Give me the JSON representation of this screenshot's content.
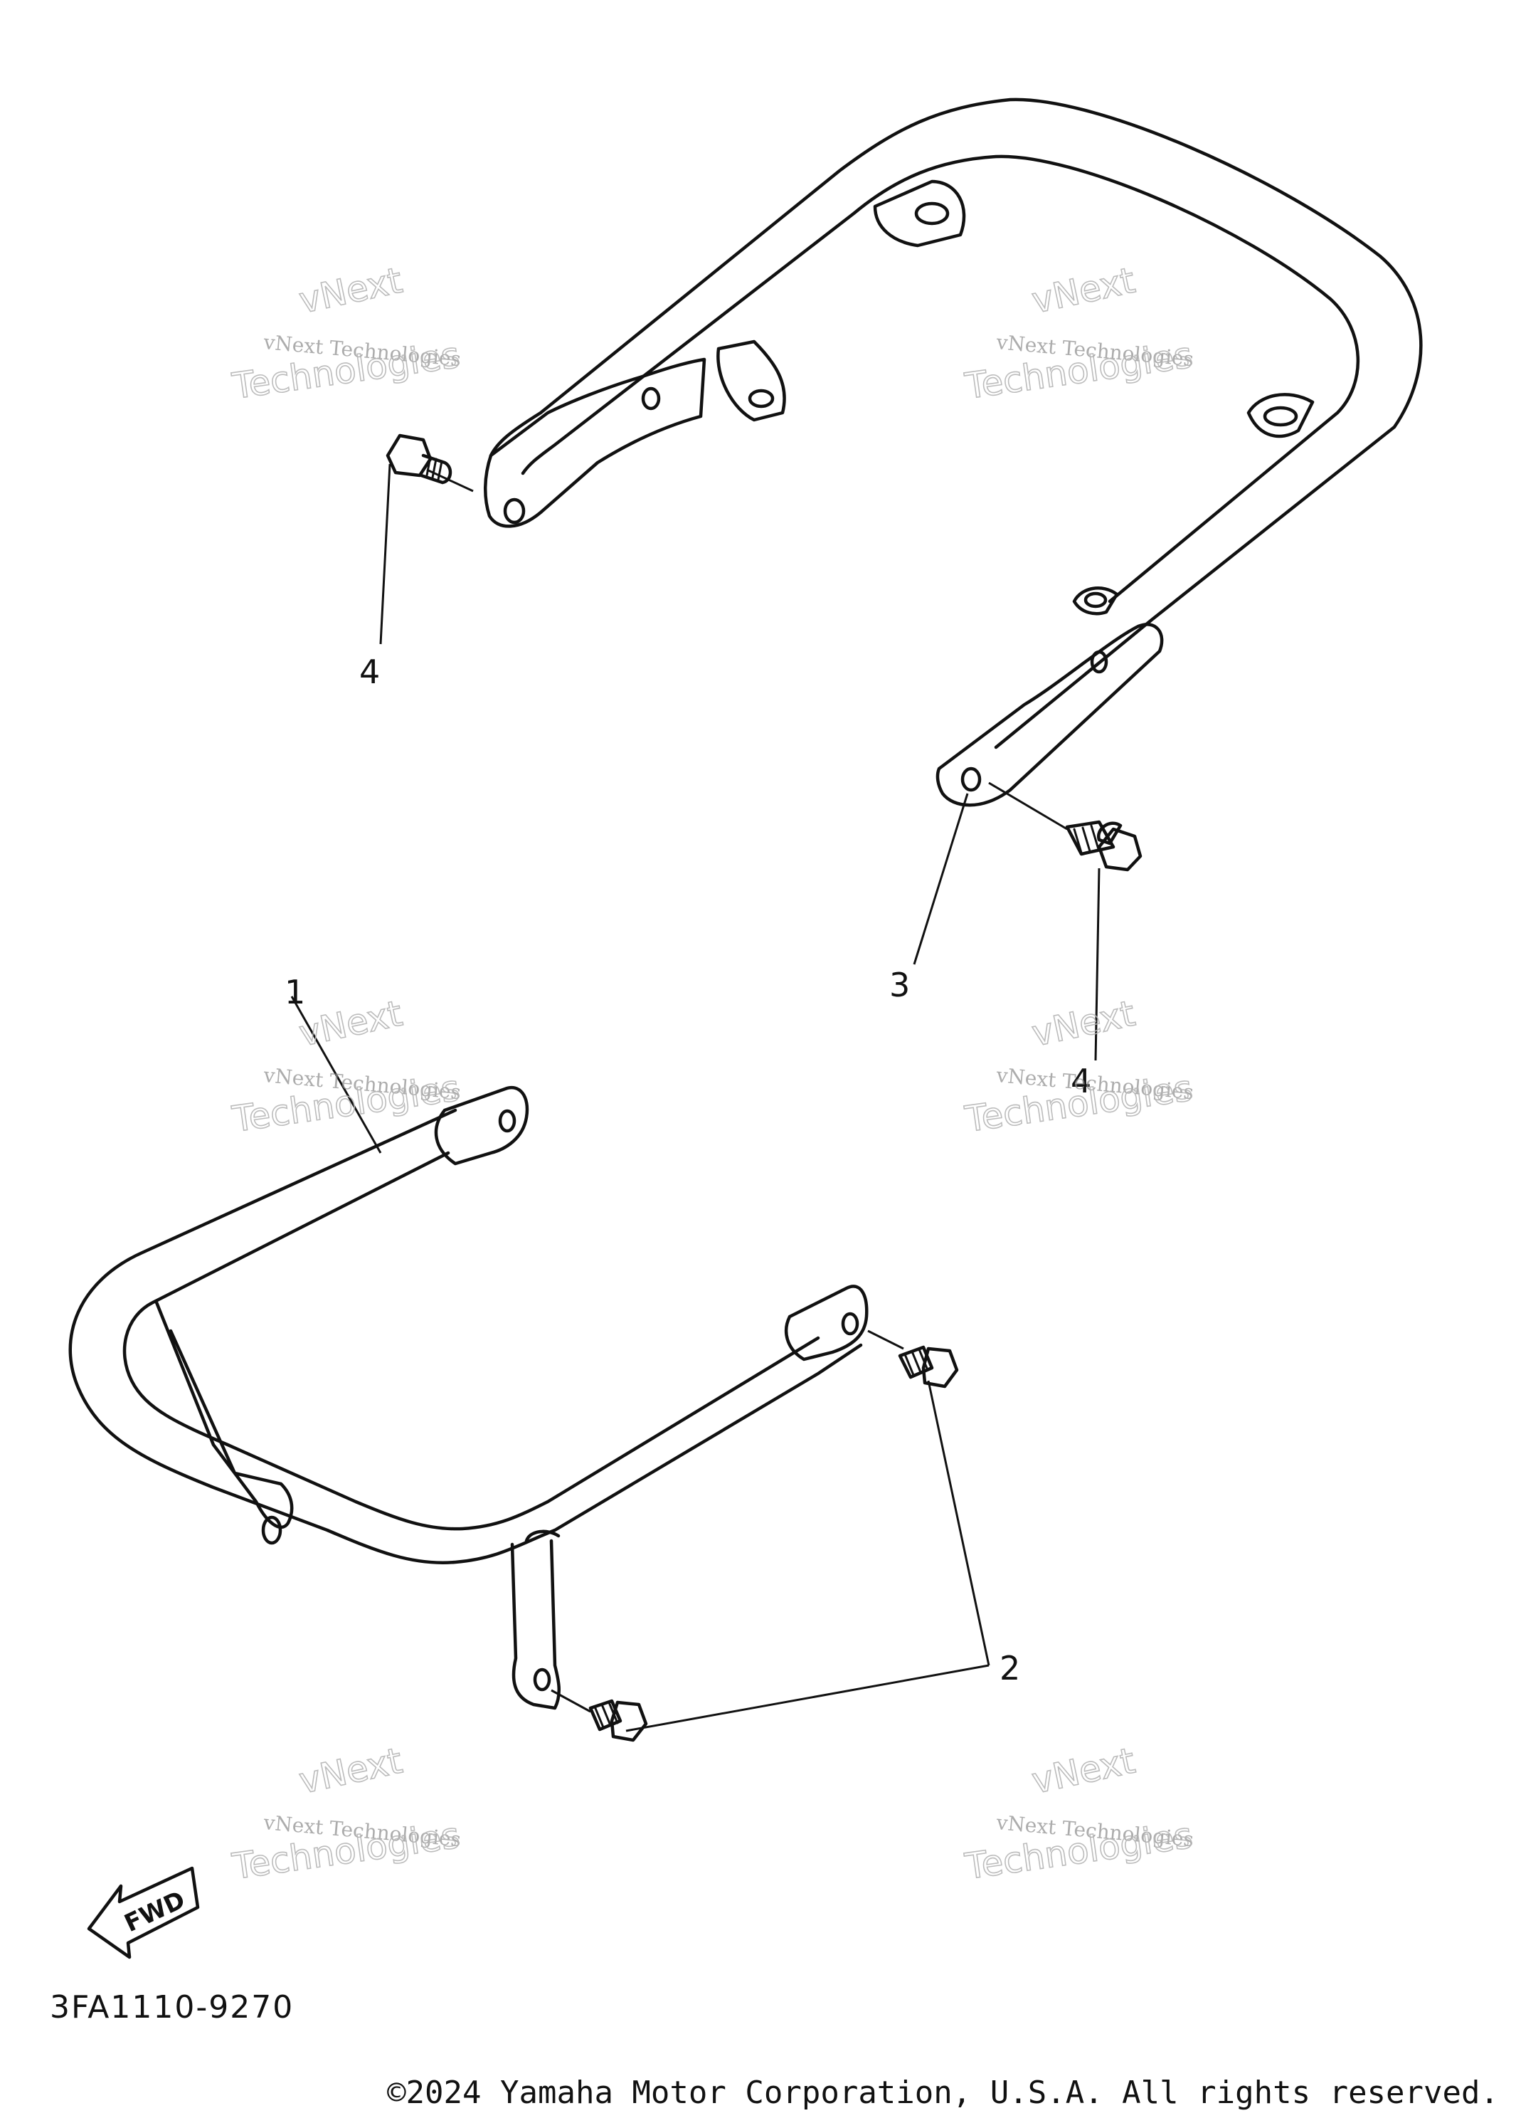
{
  "callouts": {
    "c1": "1",
    "c2": "2",
    "c3": "3",
    "c4a": "4",
    "c4b": "4"
  },
  "watermark": {
    "line1": "vNext Technologies",
    "line2": "Technologies",
    "arc": "vNext"
  },
  "fwd_badge": "FWD",
  "part_code": "3FA1110-9270",
  "copyright": "©2024 Yamaha Motor Corporation, U.S.A. All rights reserved."
}
